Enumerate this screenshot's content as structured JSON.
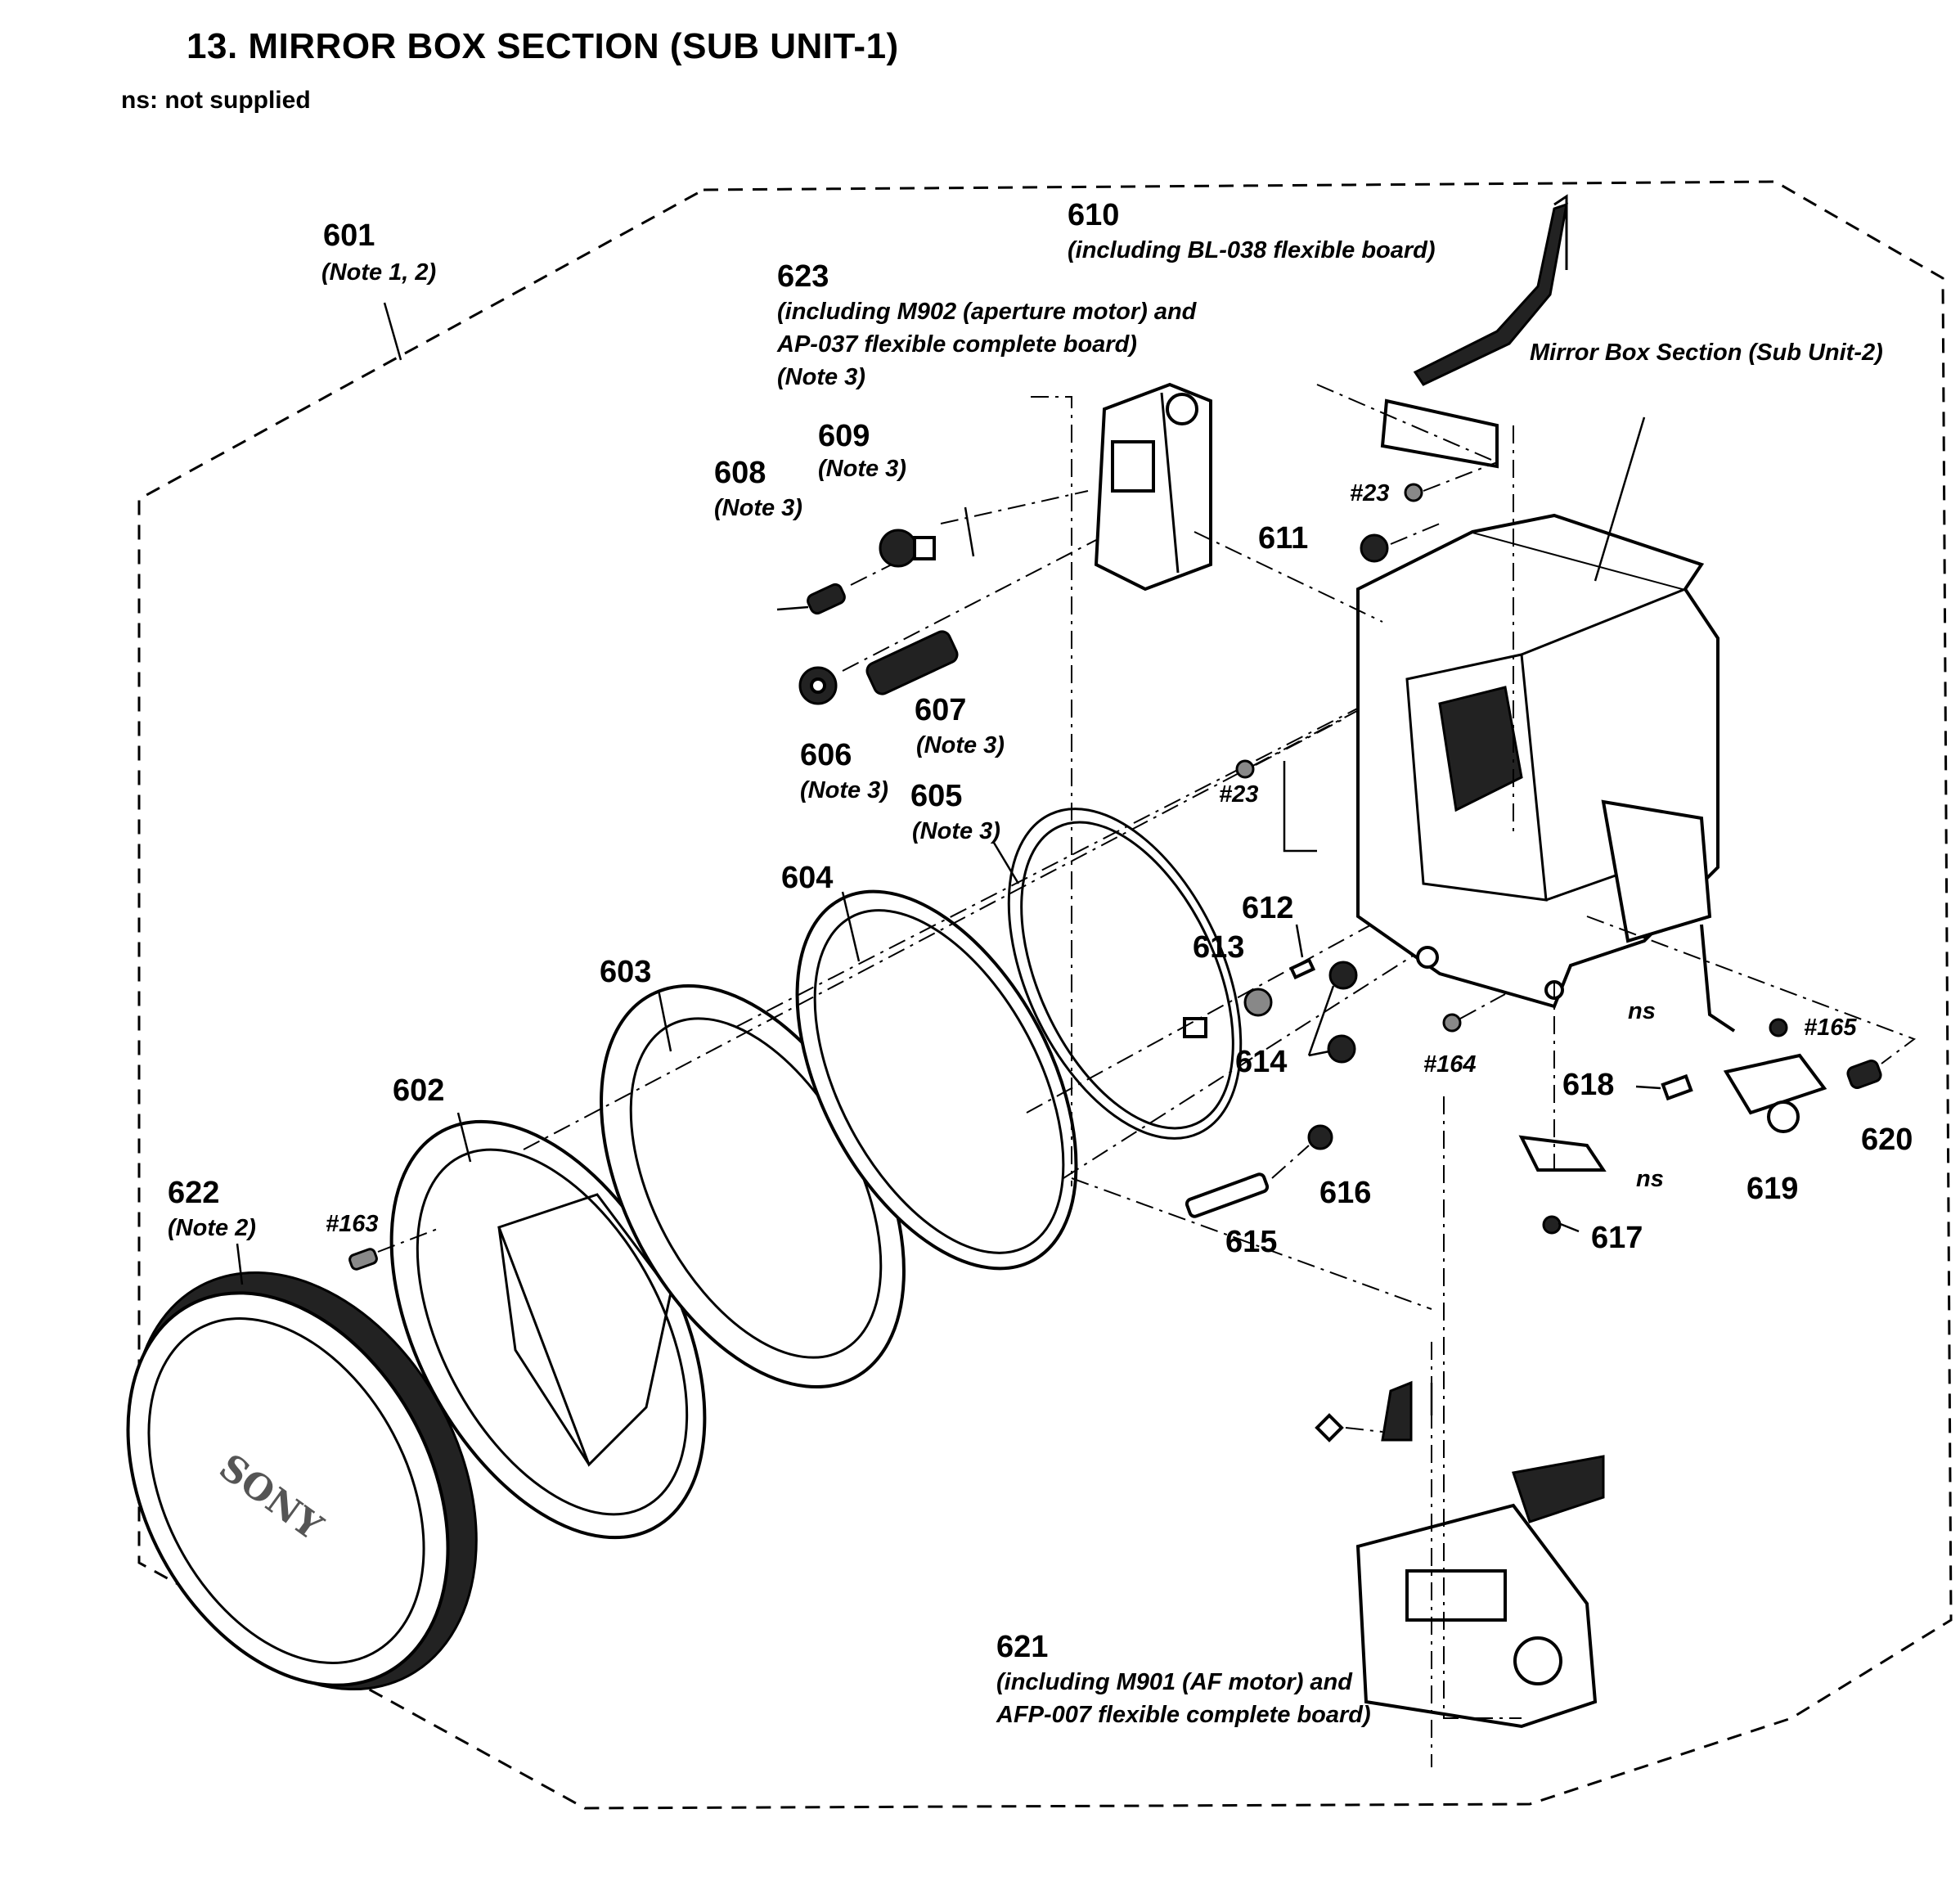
{
  "title": "13. MIRROR BOX SECTION (SUB UNIT-1)",
  "legend": "ns: not supplied",
  "logo_text": "SONY",
  "labels": {
    "p601": "601",
    "p601_note": "(Note 1, 2)",
    "p602": "602",
    "p603": "603",
    "p604": "604",
    "p605": "605",
    "p605_note": "(Note 3)",
    "p606": "606",
    "p606_note": "(Note 3)",
    "p607": "607",
    "p607_note": "(Note 3)",
    "p608": "608",
    "p608_note": "(Note 3)",
    "p609": "609",
    "p609_note": "(Note 3)",
    "p610": "610",
    "p610_note": "(including BL-038 flexible board)",
    "p611": "611",
    "p612": "612",
    "p613": "613",
    "p614": "614",
    "p615": "615",
    "p616": "616",
    "p617": "617",
    "p618": "618",
    "p619": "619",
    "p620": "620",
    "p621": "621",
    "p621_note1": "(including M901 (AF motor) and",
    "p621_note2": "AFP-007 flexible complete board)",
    "p622": "622",
    "p622_note": "(Note 2)",
    "p623": "623",
    "p623_note1": "(including M902 (aperture motor) and",
    "p623_note2": "AP-037 flexible complete board)",
    "p623_note3": "(Note 3)",
    "sub_unit2": "Mirror Box Section (Sub Unit-2)",
    "s23a": "#23",
    "s23b": "#23",
    "s163": "#163",
    "s164": "#164",
    "s165": "#165",
    "ns1": "ns",
    "ns2": "ns"
  }
}
